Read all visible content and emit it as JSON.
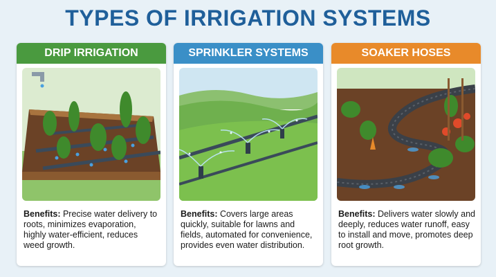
{
  "page": {
    "title": "TYPES OF IRRIGATION SYSTEMS"
  },
  "colors": {
    "title": "#1f5f9a",
    "drip": "#4a9a3f",
    "sprinkler": "#3a8fc7",
    "soaker": "#e88a2a"
  },
  "cards": [
    {
      "heading": "DRIP IRRIGATION",
      "benefits_label": "Benefits:",
      "benefits_text": " Precise water delivery to roots, minimizes evaporation, highly water-efficient, reduces weed growth.",
      "illustration": "drip-irrigation-illustration"
    },
    {
      "heading": "SPRINKLER SYSTEMS",
      "benefits_label": "Benefits:",
      "benefits_text": " Covers large areas quickly, suitable for lawns and fields, automated for convenience, provides even water distribution.",
      "illustration": "sprinkler-illustration"
    },
    {
      "heading": "SOAKER HOSES",
      "benefits_label": "Benefits:",
      "benefits_text": " Delivers water slowly and deeply, reduces water runoff, easy to install and move, promotes deep root growth.",
      "illustration": "soaker-hose-illustration"
    }
  ]
}
